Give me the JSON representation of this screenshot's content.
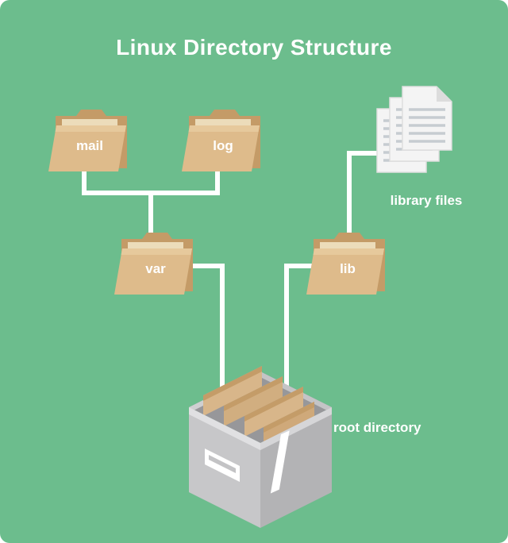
{
  "title": "Linux Directory Structure",
  "nodes": {
    "mail": {
      "label": "mail",
      "type": "folder"
    },
    "log": {
      "label": "log",
      "type": "folder"
    },
    "var": {
      "label": "var",
      "type": "folder"
    },
    "lib": {
      "label": "lib",
      "type": "folder"
    },
    "library_files": {
      "label": "library files",
      "type": "document-stack"
    },
    "root": {
      "label": "root directory",
      "slash": "/",
      "type": "open-box"
    }
  },
  "edges": [
    {
      "from": "mail",
      "to": "var"
    },
    {
      "from": "log",
      "to": "var"
    },
    {
      "from": "var",
      "to": "root"
    },
    {
      "from": "lib",
      "to": "root"
    },
    {
      "from": "library_files",
      "to": "lib"
    }
  ],
  "colors": {
    "bg": "#6cbd8d",
    "text": "#ffffff",
    "line": "#ffffff",
    "folder_front": "#debb8b",
    "folder_back": "#c49b67",
    "folder_tab_strip": "#e6c99c",
    "folder_paper": "#ecdcba",
    "paper": "#f4f4f4",
    "paper_line": "#c6ccd1",
    "paper_fold": "#dcdcdc",
    "box_left": "#c7c7c9",
    "box_right": "#b3b3b5",
    "box_inside": "#97979a",
    "box_rim": "#dddddf",
    "box_slab": "#d8b68a",
    "box_slab_edge": "#c49c68"
  }
}
